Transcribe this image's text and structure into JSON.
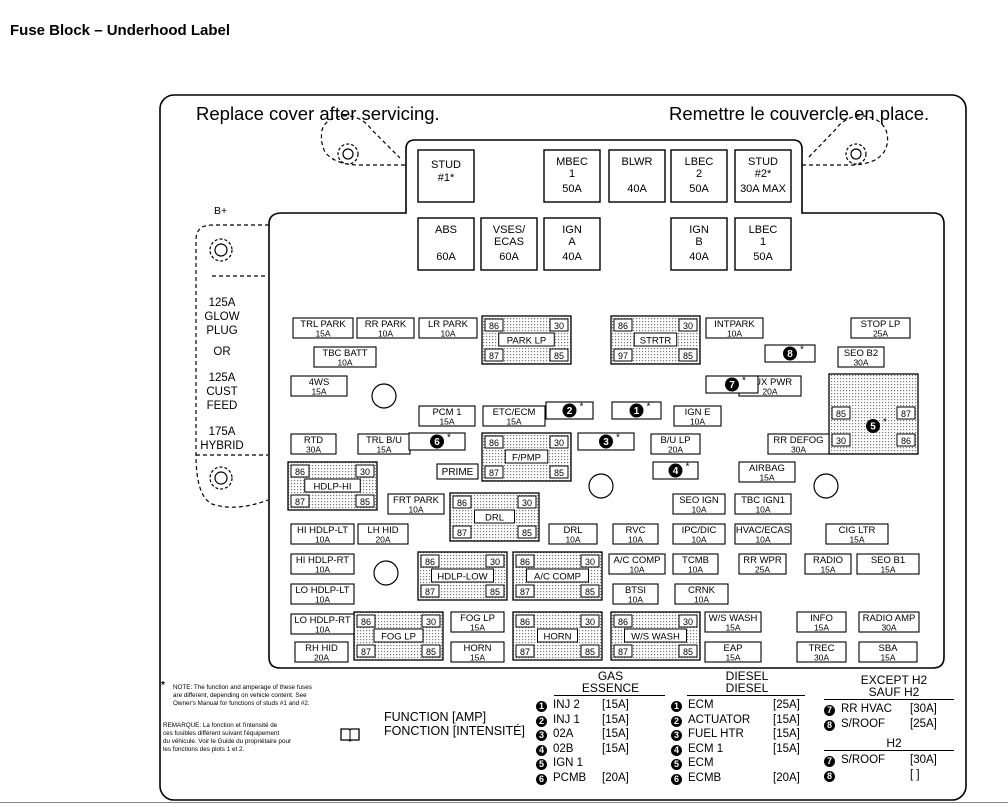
{
  "page": {
    "title": "Fuse Block – Underhood Label"
  },
  "label": {
    "top_left": "Replace cover after servicing.",
    "top_right": "Remettre le couvercle en place.",
    "b_plus": "B+",
    "side_text": [
      "125A",
      "GLOW",
      "PLUG",
      "OR",
      "125A",
      "CUST",
      "FEED",
      "175A",
      "HYBRID"
    ]
  },
  "maxi_fuses": [
    {
      "lines": [
        "STUD",
        "#1*"
      ]
    },
    {
      "lines": [
        "MBEC",
        "1",
        "50A"
      ]
    },
    {
      "lines": [
        "BLWR",
        "",
        "40A"
      ]
    },
    {
      "lines": [
        "LBEC",
        "2",
        "50A"
      ]
    },
    {
      "lines": [
        "STUD",
        "#2*",
        "30A MAX"
      ]
    },
    {
      "lines": [
        "ABS",
        "",
        "60A"
      ]
    },
    {
      "lines": [
        "VSES/",
        "ECAS",
        "60A"
      ]
    },
    {
      "lines": [
        "IGN",
        "A",
        "40A"
      ]
    },
    {
      "lines": [
        "IGN",
        "B",
        "40A"
      ]
    },
    {
      "lines": [
        "LBEC",
        "1",
        "50A"
      ]
    }
  ],
  "fuses": [
    {
      "name": "TRL PARK",
      "amp": "15A"
    },
    {
      "name": "RR PARK",
      "amp": "10A"
    },
    {
      "name": "LR PARK",
      "amp": "10A"
    },
    {
      "name": "TBC BATT",
      "amp": "10A"
    },
    {
      "name": "4WS",
      "amp": "15A"
    },
    {
      "name": "PCM 1",
      "amp": "15A"
    },
    {
      "name": "ETC/ECM",
      "amp": "15A"
    },
    {
      "name": "INTPARK",
      "amp": "10A"
    },
    {
      "name": "STOP LP",
      "amp": "25A"
    },
    {
      "name": "SEO B2",
      "amp": "30A"
    },
    {
      "name": "AUX PWR",
      "amp": "20A"
    },
    {
      "name": "IGN E",
      "amp": "10A"
    },
    {
      "name": "RTD",
      "amp": "30A"
    },
    {
      "name": "TRL B/U",
      "amp": "15A"
    },
    {
      "name": "B/U LP",
      "amp": "20A"
    },
    {
      "name": "RR DEFOG",
      "amp": "30A"
    },
    {
      "name": "AIRBAG",
      "amp": "15A"
    },
    {
      "name": "FRT PARK",
      "amp": "10A"
    },
    {
      "name": "SEO IGN",
      "amp": "10A"
    },
    {
      "name": "TBC IGN1",
      "amp": "10A"
    },
    {
      "name": "HI HDLP-LT",
      "amp": "10A"
    },
    {
      "name": "LH HID",
      "amp": "20A"
    },
    {
      "name": "DRL",
      "amp": "10A"
    },
    {
      "name": "RVC",
      "amp": "10A"
    },
    {
      "name": "IPC/DIC",
      "amp": "10A"
    },
    {
      "name": "HVAC/ECAS",
      "amp": "10A"
    },
    {
      "name": "CIG LTR",
      "amp": "15A"
    },
    {
      "name": "HI HDLP-RT",
      "amp": "10A"
    },
    {
      "name": "A/C COMP",
      "amp": "10A"
    },
    {
      "name": "TCMB",
      "amp": "10A"
    },
    {
      "name": "RR WPR",
      "amp": "25A"
    },
    {
      "name": "RADIO",
      "amp": "15A"
    },
    {
      "name": "SEO B1",
      "amp": "15A"
    },
    {
      "name": "LO HDLP-LT",
      "amp": "10A"
    },
    {
      "name": "BTSI",
      "amp": "10A"
    },
    {
      "name": "CRNK",
      "amp": "10A"
    },
    {
      "name": "LO HDLP-RT",
      "amp": "10A"
    },
    {
      "name": "FOG LP",
      "amp": "15A"
    },
    {
      "name": "W/S WASH",
      "amp": "15A"
    },
    {
      "name": "INFO",
      "amp": "15A"
    },
    {
      "name": "RADIO AMP",
      "amp": "30A"
    },
    {
      "name": "RH HID",
      "amp": "20A"
    },
    {
      "name": "HORN",
      "amp": "15A"
    },
    {
      "name": "EAP",
      "amp": "15A"
    },
    {
      "name": "TREC",
      "amp": "30A"
    },
    {
      "name": "SBA",
      "amp": "15A"
    }
  ],
  "relays": [
    {
      "name": "PARK LP",
      "pins": [
        "86",
        "30",
        "87",
        "85"
      ]
    },
    {
      "name": "STRTR",
      "pins": [
        "86",
        "30",
        "97",
        "85"
      ]
    },
    {
      "name": "F/PMP",
      "pins": [
        "86",
        "30",
        "87",
        "85"
      ]
    },
    {
      "name": "HDLP-HI",
      "pins": [
        "86",
        "30",
        "87",
        "85"
      ]
    },
    {
      "name": "DRL",
      "pins": [
        "86",
        "30",
        "87",
        "85"
      ]
    },
    {
      "name": "HDLP-LOW",
      "pins": [
        "86",
        "30",
        "87",
        "85"
      ]
    },
    {
      "name": "A/C COMP",
      "pins": [
        "86",
        "30",
        "87",
        "85"
      ]
    },
    {
      "name": "FOG LP",
      "pins": [
        "86",
        "30",
        "87",
        "85"
      ]
    },
    {
      "name": "HORN",
      "pins": [
        "86",
        "30",
        "87",
        "85"
      ]
    },
    {
      "name": "W/S WASH",
      "pins": [
        "86",
        "30",
        "87",
        "85"
      ]
    }
  ],
  "relay_5_pins": [
    "85",
    "87",
    "30",
    "86"
  ],
  "prime_label": "PRIME",
  "marker_asterisk": "*",
  "markers": [
    "1",
    "2",
    "3",
    "4",
    "5",
    "6",
    "7",
    "8"
  ],
  "notes": {
    "asterisk": "*",
    "english": [
      "NOTE: The function and amperage of these fuses",
      "are different, depending on vehicle content. See",
      "Owner's Manual for functions of studs #1 and #2."
    ],
    "french": [
      "REMARQUE: La fonction et l'intensité de",
      "ces fusibles différent suivant l'équipement",
      "du véhicule. Voir le Guide du propriétaire pour",
      "les fonctions des plots 1 et 2."
    ]
  },
  "legend": {
    "function_label": [
      "FUNCTION [AMP]",
      "FONCTION [INTENSITÉ]"
    ],
    "gas": {
      "header": [
        "GAS",
        "ESSENCE"
      ],
      "items": [
        {
          "num": "1",
          "name": "INJ 2",
          "amp": "[15A]"
        },
        {
          "num": "2",
          "name": "INJ 1",
          "amp": "[15A]"
        },
        {
          "num": "3",
          "name": "02A",
          "amp": "[15A]"
        },
        {
          "num": "4",
          "name": "02B",
          "amp": "[15A]"
        },
        {
          "num": "5",
          "name": "IGN 1",
          "amp": ""
        },
        {
          "num": "6",
          "name": "PCMB",
          "amp": "[20A]"
        }
      ]
    },
    "diesel": {
      "header": [
        "DIESEL",
        "DIESEL"
      ],
      "items": [
        {
          "num": "1",
          "name": "ECM",
          "amp": "[25A]"
        },
        {
          "num": "2",
          "name": "ACTUATOR",
          "amp": "[15A]"
        },
        {
          "num": "3",
          "name": "FUEL HTR",
          "amp": "[15A]"
        },
        {
          "num": "4",
          "name": "ECM 1",
          "amp": "[15A]"
        },
        {
          "num": "5",
          "name": "ECM",
          "amp": ""
        },
        {
          "num": "6",
          "name": "ECMB",
          "amp": "[20A]"
        }
      ]
    },
    "except_h2": {
      "header": [
        "EXCEPT H2",
        "SAUF H2"
      ],
      "items": [
        {
          "num": "7",
          "name": "RR HVAC",
          "amp": "[30A]"
        },
        {
          "num": "8",
          "name": "S/ROOF",
          "amp": "[25A]"
        }
      ]
    },
    "h2": {
      "header": "H2",
      "items": [
        {
          "num": "7",
          "name": "S/ROOF",
          "amp": "[30A]"
        },
        {
          "num": "8",
          "name": "",
          "amp": "[    ]"
        }
      ]
    }
  }
}
